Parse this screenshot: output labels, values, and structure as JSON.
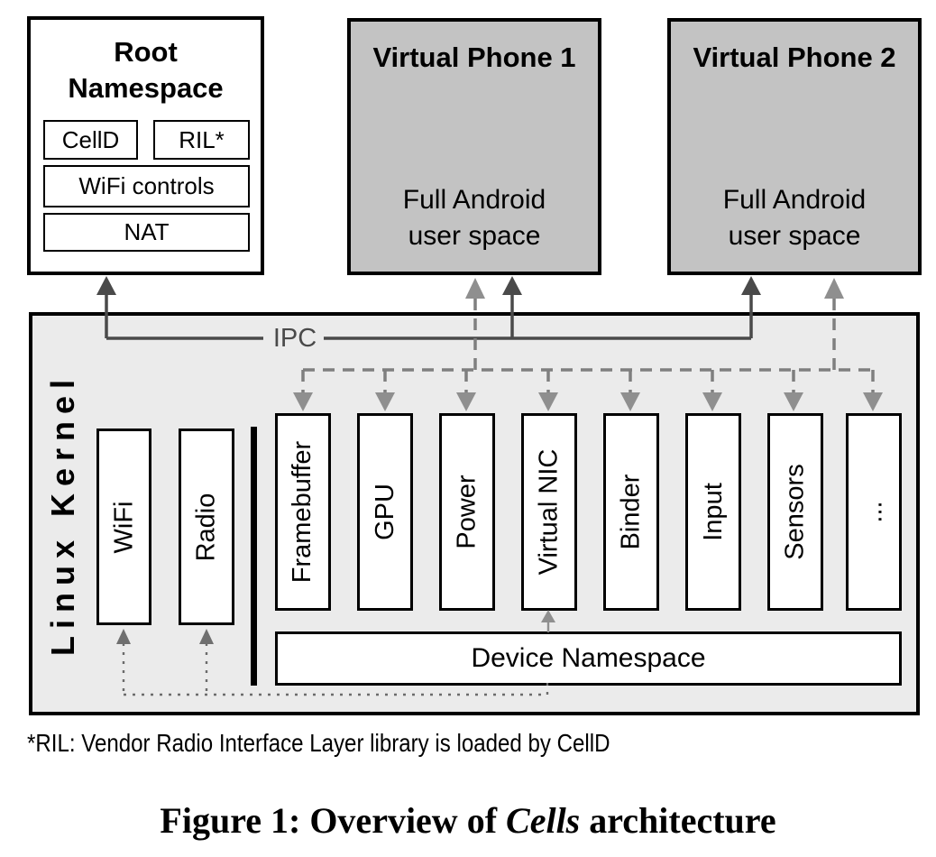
{
  "colors": {
    "background": "#ffffff",
    "kernel_bg": "#ebebeb",
    "phone_bg": "#c3c3c3",
    "solid_arrow": "#4a4a4a",
    "dashed_arrow": "#7f7f7f",
    "dotted_arrow": "#6b6b6b",
    "box_border": "#000000"
  },
  "root_namespace": {
    "title": "Root Namespace",
    "items": [
      "CellD",
      "RIL*",
      "WiFi controls",
      "NAT"
    ]
  },
  "virtual_phone_1": {
    "title": "Virtual Phone 1",
    "body_line1": "Full Android",
    "body_line2": "user space"
  },
  "virtual_phone_2": {
    "title": "Virtual Phone 2",
    "body_line1": "Full Android",
    "body_line2": "user space"
  },
  "kernel": {
    "label": "Linux Kernel",
    "ipc_label": "IPC",
    "kernel_devices": [
      "WiFi",
      "Radio"
    ],
    "virtual_devices": [
      "Framebuffer",
      "GPU",
      "Power",
      "Virtual NIC",
      "Binder",
      "Input",
      "Sensors",
      "..."
    ],
    "device_namespace": "Device Namespace"
  },
  "footnote": "*RIL: Vendor Radio Interface Layer library is loaded by CellD",
  "caption": {
    "prefix": "Figure 1: Overview of ",
    "italic": "Cells",
    "suffix": " architecture"
  }
}
